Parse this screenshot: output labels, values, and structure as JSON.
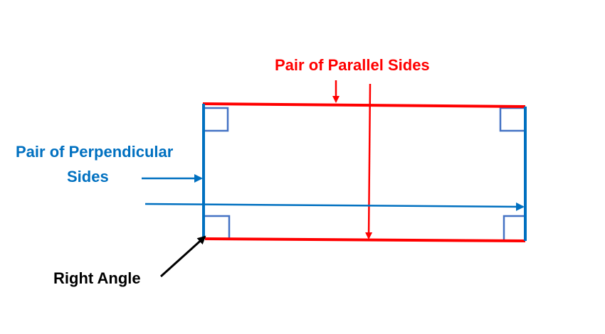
{
  "labels": {
    "parallel_sides": "Pair of Parallel Sides",
    "perpendicular_line1": "Pair of Perpendicular",
    "perpendicular_line2": "Sides",
    "right_angle": "Right Angle"
  },
  "colors": {
    "parallel": "#ff0000",
    "perpendicular": "#0070c0",
    "right_angle_marker": "#4472c4",
    "annotation": "#000000"
  }
}
